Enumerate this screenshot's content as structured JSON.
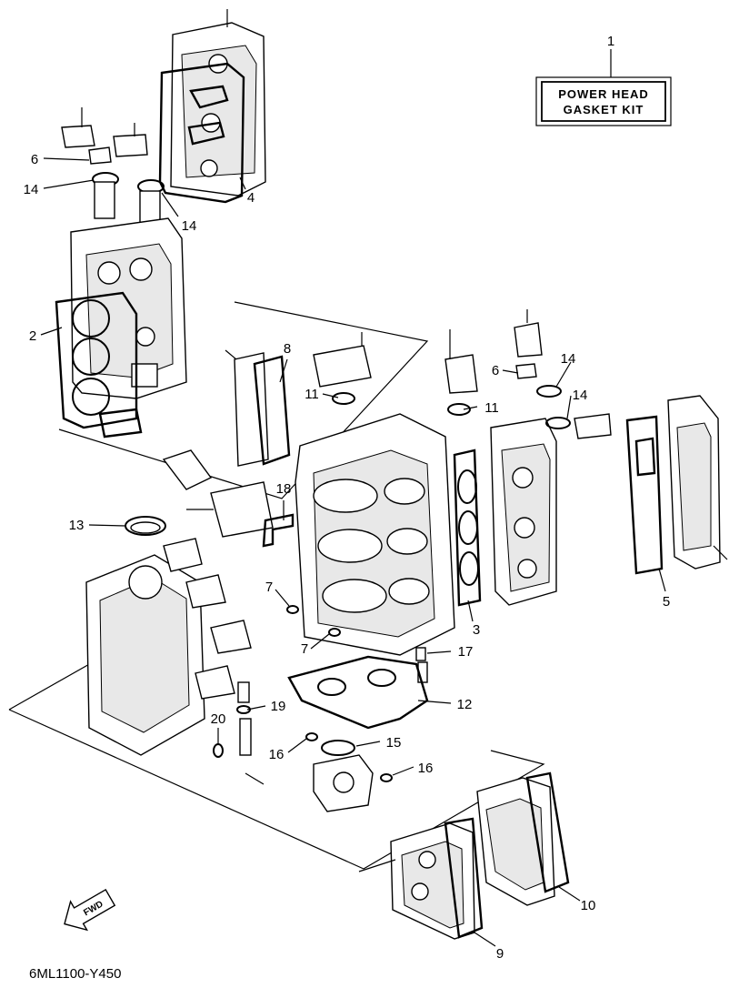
{
  "kit_label": {
    "line1": "POWER HEAD",
    "line2": "GASKET KIT"
  },
  "diagram_code": "6ML1100-Y450",
  "fwd_label": "FWD",
  "callouts": {
    "c1": "1",
    "c2": "2",
    "c3": "3",
    "c4": "4",
    "c5": "5",
    "c6a": "6",
    "c6b": "6",
    "c7a": "7",
    "c7b": "7",
    "c8": "8",
    "c9": "9",
    "c10": "10",
    "c11a": "11",
    "c11b": "11",
    "c12": "12",
    "c13": "13",
    "c14a": "14",
    "c14b": "14",
    "c14c": "14",
    "c14d": "14",
    "c15": "15",
    "c16a": "16",
    "c16b": "16",
    "c17": "17",
    "c18": "18",
    "c19": "19",
    "c20": "20"
  },
  "icons": [
    "fwd-arrow-icon"
  ]
}
